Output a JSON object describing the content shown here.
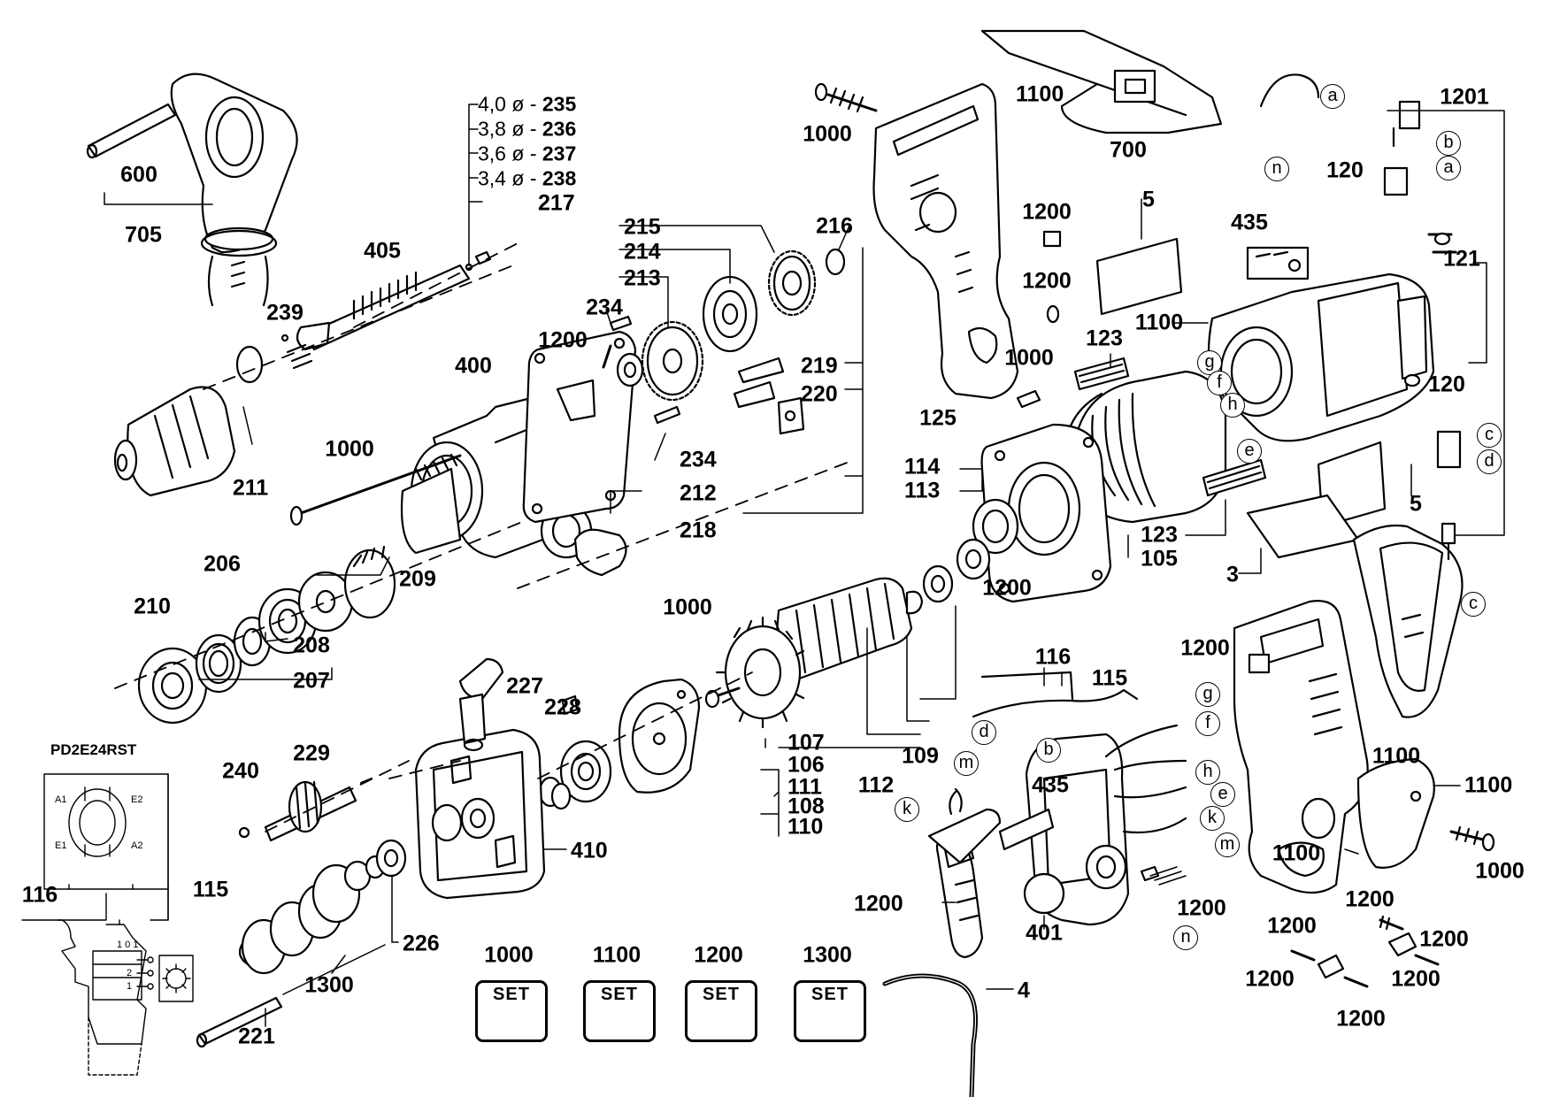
{
  "labels": {
    "p600": "600",
    "p705": "705",
    "p405": "405",
    "p239": "239",
    "p400": "400",
    "p1000a": "1000",
    "p211": "211",
    "p210": "210",
    "p206": "206",
    "p208": "208",
    "p207": "207",
    "p209": "209",
    "p217": "217",
    "p215": "215",
    "p214": "214",
    "p213": "213",
    "p216": "216",
    "p234a": "234",
    "p1200a": "1200",
    "p219": "219",
    "p220": "220",
    "p234b": "234",
    "p212": "212",
    "p218": "218",
    "p1100a": "1100",
    "p1000b": "1000",
    "p1200b": "1200",
    "p1200c": "1200",
    "p1000c": "1000",
    "p125": "125",
    "p114": "114",
    "p113": "113",
    "p700": "700",
    "p1201": "1201",
    "p120a": "120",
    "p435a": "435",
    "p5a": "5",
    "p121": "121",
    "p1100b": "1100",
    "p123a": "123",
    "p120b": "120",
    "p5b": "5",
    "p123b": "123",
    "p105": "105",
    "p1200d": "1200",
    "p3": "3",
    "p1000d": "1000",
    "p227": "227",
    "p228": "228",
    "p229": "229",
    "p240": "240",
    "p410": "410",
    "p226": "226",
    "p1300a": "1300",
    "p221": "221",
    "p107": "107",
    "p106": "106",
    "p111": "111",
    "p108": "108",
    "p110": "110",
    "p112": "112",
    "p109": "109",
    "p116a": "116",
    "p115a": "115",
    "p435b": "435",
    "p1200e": "1200",
    "p401": "401",
    "p1200f": "1200",
    "p4": "4",
    "p1200g": "1200",
    "p1100c": "1100",
    "p1100d": "1100",
    "p1100e": "1100",
    "p1000e": "1000",
    "p1200h": "1200",
    "p1200i": "1200",
    "p1200j": "1200",
    "p1200k": "1200",
    "p1200l": "1200",
    "p116b": "116",
    "p115b": "115",
    "set1000": "1000",
    "set1100": "1100",
    "set1200": "1200",
    "set1300": "1300"
  },
  "diameters": [
    {
      "size": "4,0",
      "symbol": "ø",
      "part": "235"
    },
    {
      "size": "3,8",
      "symbol": "ø",
      "part": "236"
    },
    {
      "size": "3,6",
      "symbol": "ø",
      "part": "237"
    },
    {
      "size": "3,4",
      "symbol": "ø",
      "part": "238"
    }
  ],
  "letters": {
    "a1": "a",
    "b1": "b",
    "a2": "a",
    "n1": "n",
    "c1": "c",
    "d1": "d",
    "c2": "c",
    "g1": "g",
    "f1": "f",
    "h1": "h",
    "e1": "e",
    "d2": "d",
    "b2": "b",
    "g2": "g",
    "f2": "f",
    "m1": "m",
    "k1": "k",
    "h2": "h",
    "e2": "e",
    "k2": "k",
    "m2": "m",
    "n2": "n"
  },
  "sets": {
    "text": "SET"
  },
  "schematic": {
    "model": "PD2E24RST",
    "terminals": {
      "a1": "A1",
      "e2": "E2",
      "e1": "E1",
      "a2": "A2"
    },
    "switch": {
      "r1": "1 0 1",
      "r2": "2",
      "r3": "1"
    }
  }
}
